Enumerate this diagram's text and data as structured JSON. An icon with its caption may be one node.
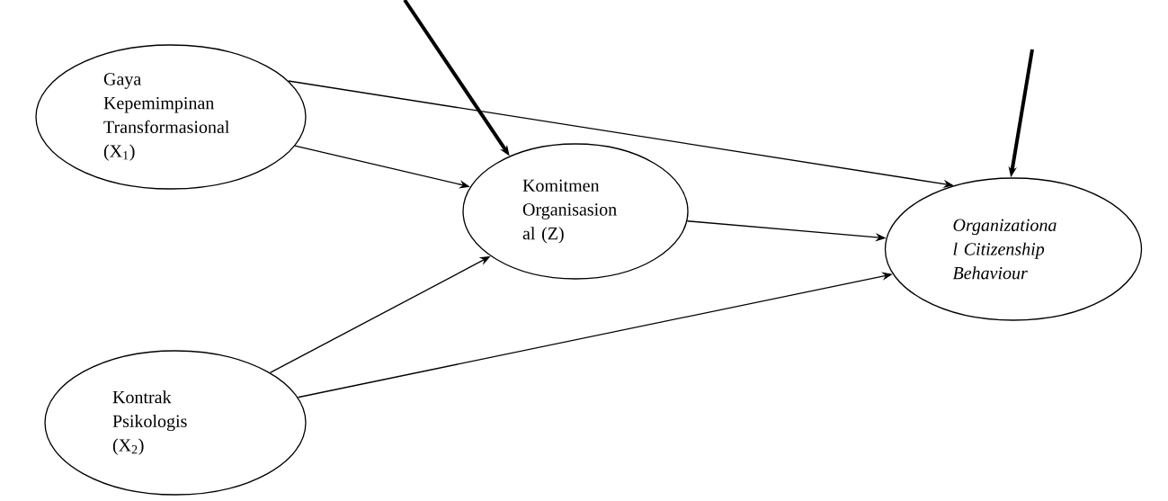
{
  "diagram": {
    "nodes": [
      {
        "text": [
          "Gaya Kepemimpinan Transformasional (X$_{1}$)"
        ]
      },
      {
        "text": [
          "Kontrak Psikologis (X$_{2}$)"
        ]
      },
      {
        "text": [
          "Komitmen Organisasion al (Z)"
        ]
      },
      {
        "text": [
          "Organizationa l Citizenship Behaviour"
        ]
      }
    ],
    "edges": [
      {
        "from": 0,
        "to": 2,
        "arrow": "to"
      },
      {
        "from": 0,
        "to": 3,
        "arrow": "to"
      },
      {
        "from": 1,
        "to": 2,
        "arrow": "to"
      },
      {
        "from": 1,
        "to": 3,
        "arrow": "to"
      },
      {
        "from": 2,
        "to": 3,
        "arrow": "to"
      },
      {
        "from": null,
        "to": 2,
        "arrow": "to",
        "style": "thick"
      },
      {
        "from": null,
        "to": 3,
        "arrow": "to",
        "style": "thick"
      }
    ]
  }
}
